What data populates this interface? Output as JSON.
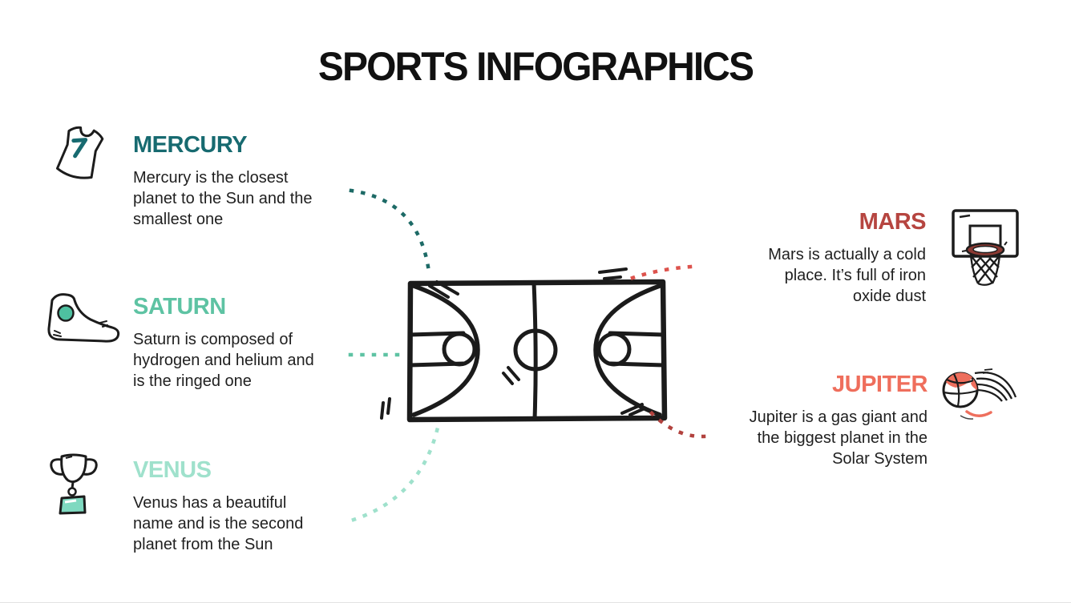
{
  "title": "SPORTS INFOGRAPHICS",
  "items": {
    "mercury": {
      "label": "MERCURY",
      "description": "Mercury is the closest\nplanet to the Sun and the\nsmallest one",
      "color": "#176a70",
      "connector_color": "#1d6a66",
      "icon": "basketball-jersey"
    },
    "saturn": {
      "label": "SATURN",
      "description": "Saturn is composed of\nhydrogen and helium and\nis the ringed one",
      "color": "#5ec3a3",
      "connector_color": "#5ec3a3",
      "icon": "sneaker"
    },
    "venus": {
      "label": "VENUS",
      "description": "Venus has a beautiful\nname and is the second\nplanet from the Sun",
      "color": "#9fe1cc",
      "connector_color": "#9fe1cc",
      "icon": "trophy"
    },
    "mars": {
      "label": "MARS",
      "description": "Mars is actually a cold\nplace. It’s full of iron\noxide dust",
      "color": "#b64540",
      "connector_color": "#dd534d",
      "icon": "basketball-hoop"
    },
    "jupiter": {
      "label": "JUPITER",
      "description": "Jupiter is a gas giant and\nthe biggest planet in the\nSolar System",
      "color": "#ef6e5c",
      "connector_color": "#b2423e",
      "icon": "basketball-swoosh"
    }
  },
  "illustration": {
    "name": "basketball-court",
    "line_color": "#1b1b1b"
  },
  "background": "#ffffff",
  "body_text_color": "#1f1f1f"
}
